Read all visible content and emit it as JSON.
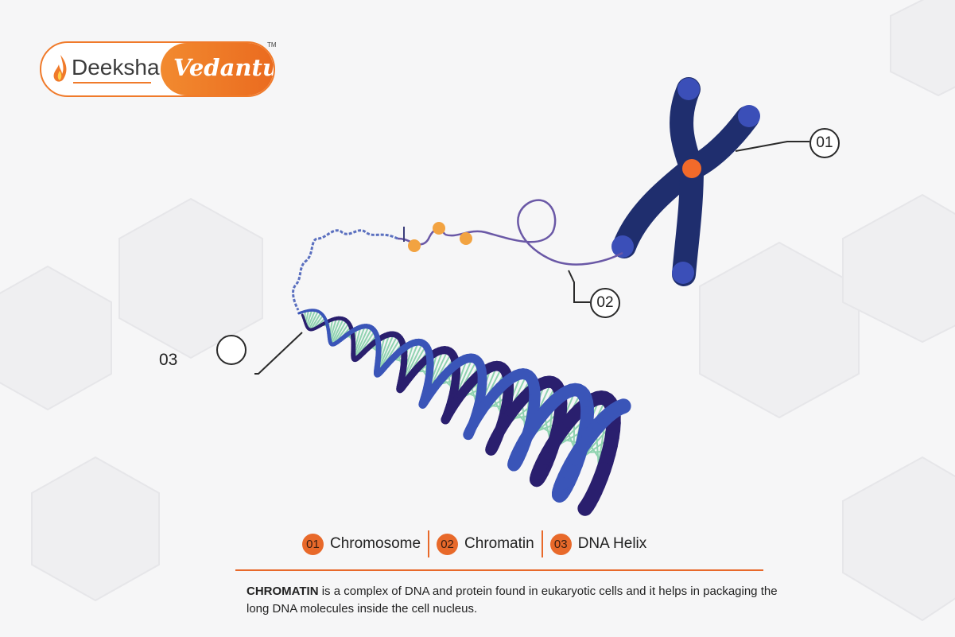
{
  "logo": {
    "left": "Deeksha",
    "right": "Vedantu",
    "tm": "TM"
  },
  "callouts": {
    "c01": "01",
    "c02": "02",
    "c03": "03"
  },
  "legend": [
    {
      "num": "01",
      "label": "Chromosome"
    },
    {
      "num": "02",
      "label": "Chromatin"
    },
    {
      "num": "03",
      "label": "DNA Helix"
    }
  ],
  "description": {
    "term": "CHROMATIN",
    "text": " is a complex of DNA and protein found in eukaryotic cells and it helps in packaging the long DNA molecules inside the cell nucleus."
  },
  "colors": {
    "accent": "#e8692a",
    "chromosome": "#1f2e6e",
    "chromosome_tip": "#3b4fb8",
    "centromere": "#f26a2a",
    "helix_dark": "#2a1f6e",
    "helix_light": "#3a55b8",
    "base_pairs": "#8fd3b0",
    "nucleosome": "#f2a341"
  }
}
